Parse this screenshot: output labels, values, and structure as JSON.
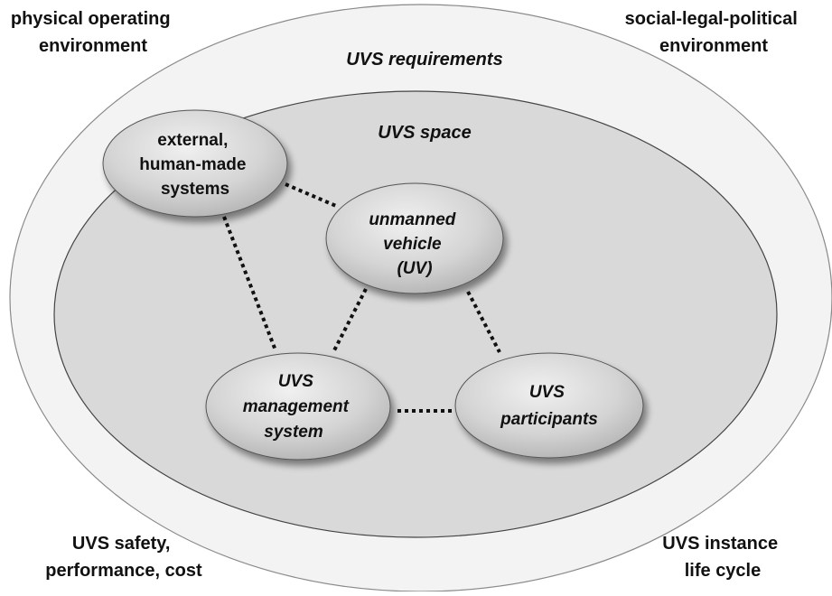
{
  "corners": {
    "top_left": [
      "physical operating",
      "environment"
    ],
    "top_right": [
      "social-legal-political",
      "environment"
    ],
    "bottom_left": [
      "UVS safety,",
      "performance, cost"
    ],
    "bottom_right": [
      "UVS instance",
      "life cycle"
    ]
  },
  "outer_label": "UVS requirements",
  "inner_label": "UVS space",
  "nodes": {
    "external": [
      "external,",
      "human-made",
      "systems"
    ],
    "uv": [
      "unmanned",
      "vehicle",
      "(UV)"
    ],
    "management": [
      "UVS",
      "management",
      "system"
    ],
    "participants": [
      "UVS",
      "participants"
    ]
  },
  "colors": {
    "outer_fill": "#f2f2f2",
    "inner_fill": "#d9d9d9",
    "node_light": "#ececec",
    "node_dark": "#b8b8b8",
    "stroke": "#555555"
  }
}
